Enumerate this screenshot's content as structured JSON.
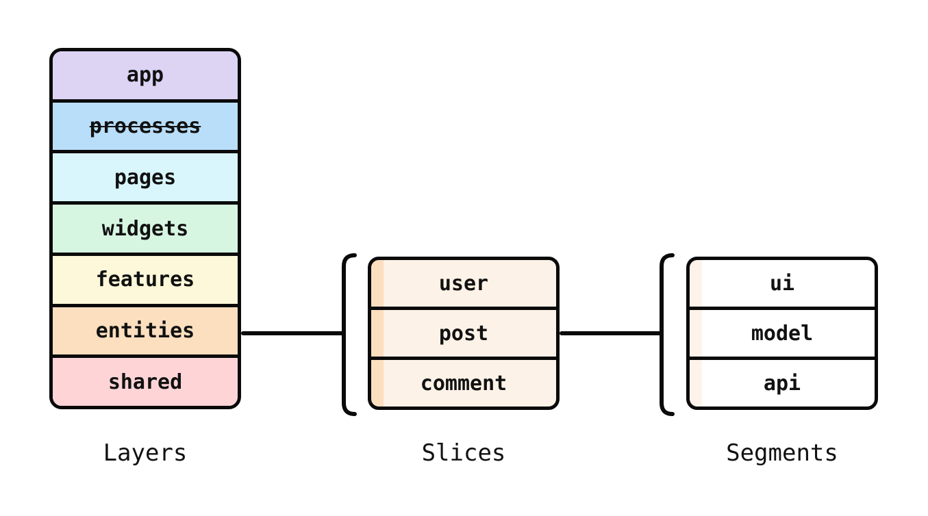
{
  "layers": {
    "caption": "Layers",
    "items": [
      {
        "label": "app",
        "color": "#ddd4f4",
        "deprecated": false
      },
      {
        "label": "processes",
        "color": "#b9defa",
        "deprecated": true
      },
      {
        "label": "pages",
        "color": "#d9f6fc",
        "deprecated": false
      },
      {
        "label": "widgets",
        "color": "#d7f6e2",
        "deprecated": false
      },
      {
        "label": "features",
        "color": "#fdf8d9",
        "deprecated": false
      },
      {
        "label": "entities",
        "color": "#fbdfbf",
        "deprecated": false
      },
      {
        "label": "shared",
        "color": "#fed4d7",
        "deprecated": false
      }
    ]
  },
  "slices": {
    "caption": "Slices",
    "accent_color": "#fbdfbf",
    "fill_color": "#fdf2e7",
    "items": [
      {
        "label": "user"
      },
      {
        "label": "post"
      },
      {
        "label": "comment"
      }
    ]
  },
  "segments": {
    "caption": "Segments",
    "accent_color": "#fdf3ea",
    "fill_color": "#ffffff",
    "items": [
      {
        "label": "ui"
      },
      {
        "label": "model"
      },
      {
        "label": "api"
      }
    ]
  },
  "colors": {
    "line": "#0a0a0a",
    "background": "#ffffff"
  }
}
